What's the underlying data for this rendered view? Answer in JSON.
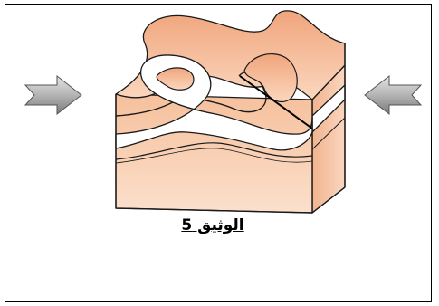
{
  "figure": {
    "caption": "الوثيق 5",
    "colors": {
      "rock_light": "#fbd9c2",
      "rock_mid": "#f7c3a0",
      "rock_dark": "#efa57d",
      "white_layer": "#ffffff",
      "arrow_fill": "#c8c8c8",
      "arrow_shade": "#8c8c8c",
      "outline": "#1a1a1a"
    },
    "arrows": [
      "compression-arrow-left",
      "compression-arrow-right"
    ]
  }
}
